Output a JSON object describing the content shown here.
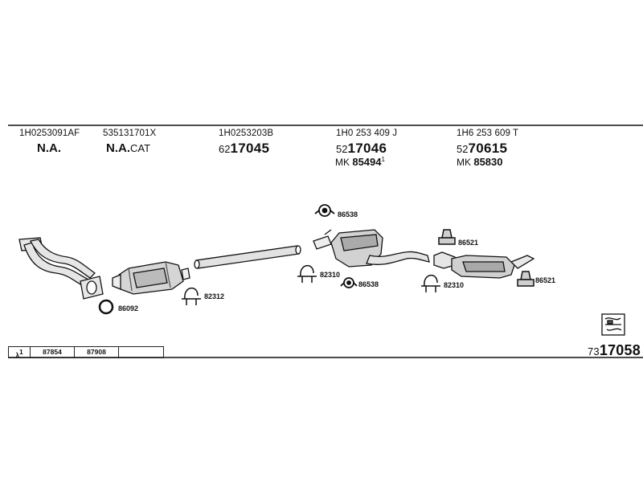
{
  "columns": [
    {
      "part_no": "1H0253091AF",
      "code": "N.A.",
      "code_suffix": ""
    },
    {
      "part_no": "535131701X",
      "code": "N.A.",
      "code_suffix": "CAT"
    },
    {
      "part_no": "1H0253203B",
      "prefix": "62",
      "number": "17045"
    },
    {
      "part_no": "1H0 253 409 J",
      "prefix": "52",
      "number": "17046",
      "mk_label": "MK",
      "mk_value": "85494",
      "mk_note": "1"
    },
    {
      "part_no": "1H6 253 609 T",
      "prefix": "52",
      "number": "70615",
      "mk_label": "MK",
      "mk_value": "85830"
    }
  ],
  "part_labels": {
    "gasket": "86092",
    "clamp_cat": "82312",
    "clamp_mid": "82310",
    "clamp_rear": "82310",
    "hanger_top": "86538",
    "hanger_mid": "86538",
    "rubber_rear_top": "86521",
    "rubber_rear_bottom": "86521"
  },
  "sensor": {
    "symbol": "λ",
    "symbol_sup": "1",
    "values": [
      "87854",
      "87908"
    ]
  },
  "total": {
    "prefix": "73",
    "number": "17058"
  },
  "colors": {
    "line": "#111111",
    "part_fill": "#d9d9d9",
    "part_shade": "#8a8a8a"
  },
  "icons": {
    "assembly": "assembly-box-icon"
  }
}
